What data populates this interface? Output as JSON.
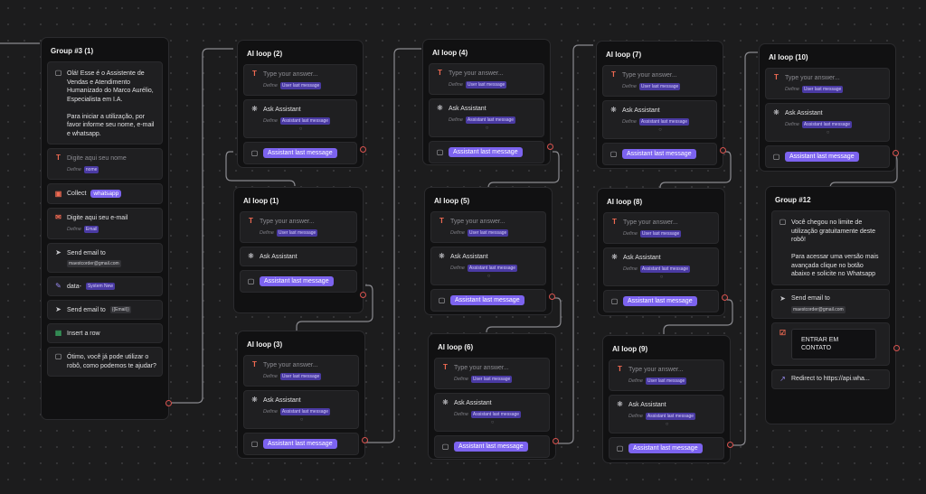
{
  "labels": {
    "type_placeholder": "Type your answer...",
    "define": "Define",
    "user_last_message": "User last message",
    "ask_assistant": "Ask Assistant",
    "assistant_last_message": "Assistant last message"
  },
  "group3": {
    "title": "Group #3 (1)",
    "welcome_text": "Olá! Esse é o Assistente de Vendas e Atendimento Humanizado do Marco Aurélio, Especialista em I.A.\n\nPara iniciar a utilização, por favor informe seu nome, e-mail e whatsapp.",
    "name_placeholder": "Digite aqui seu nome",
    "name_var": "nome",
    "collect_label": "Collect",
    "collect_var": "whatsapp",
    "email_placeholder": "Digite aqui seu e-mail",
    "email_var": "Email",
    "send_email_1_label": "Send email to",
    "send_email_1_address": "maestcorder@gmail.com",
    "data_label": "data-",
    "data_tag": "System New",
    "send_email_2_label": "Send email to",
    "send_email_2_var": "{{Email}}",
    "insert_row": "Insert a row",
    "final_text": "Ótimo, você já pode utilizar o robô, como podemos te ajudar?"
  },
  "loops": {
    "l1": {
      "title": "AI loop (1)"
    },
    "l2": {
      "title": "AI loop (2)"
    },
    "l3": {
      "title": "AI loop (3)"
    },
    "l4": {
      "title": "AI loop (4)"
    },
    "l5": {
      "title": "AI loop (5)"
    },
    "l6": {
      "title": "AI loop (6)"
    },
    "l7": {
      "title": "AI loop (7)"
    },
    "l8": {
      "title": "AI loop (8)"
    },
    "l9": {
      "title": "AI loop (9)"
    },
    "l10": {
      "title": "AI loop (10)"
    }
  },
  "group12": {
    "title": "Group #12",
    "limit_text": "Você chegou no limite de utilização gratuitamente deste robô!\n\nPara acessar uma versão mais avançada clique no botão abaixo e solicite no Whatsapp",
    "send_email_label": "Send email to",
    "send_email_address": "maestcorder@gmail.com",
    "cta_label": "ENTRAR EM CONTATO",
    "redirect": "Redirect to https://api.wha..."
  },
  "colors": {
    "background": "#1c1c1d",
    "node": "#111112",
    "accent_purple": "#7c63ef",
    "tag_purple": "#4a3aa3",
    "edge": "#8a8a8f",
    "port_red": "#d9534f"
  }
}
